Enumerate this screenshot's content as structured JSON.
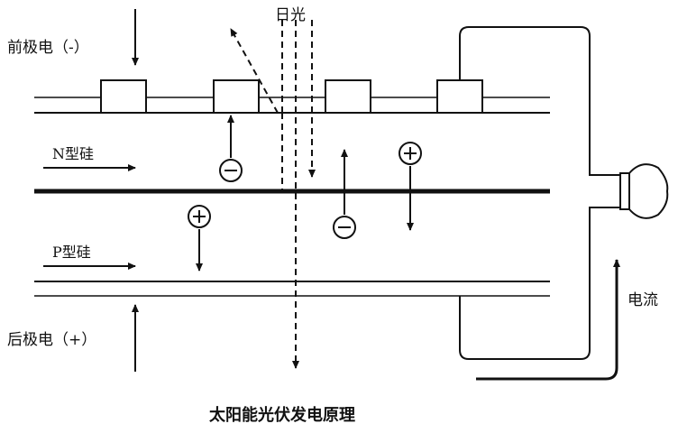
{
  "labels": {
    "sunlight": "日光",
    "front_electrode": "前极电（-）",
    "n_silicon": "N型硅",
    "p_silicon": "P型硅",
    "back_electrode": "后极电（+）",
    "current": "电流"
  },
  "title": "太阳能光伏发电原理",
  "charges": {
    "plus_symbol": "+",
    "minus_symbol": "−"
  },
  "colors": {
    "ink": "#111111",
    "background": "#ffffff"
  },
  "icons": {
    "load": "light-bulb-icon"
  }
}
